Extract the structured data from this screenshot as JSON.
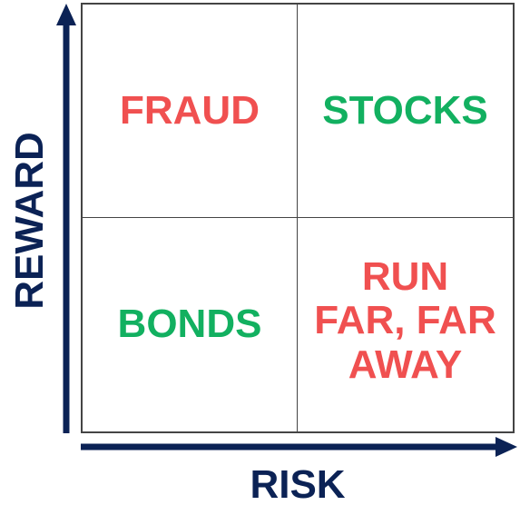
{
  "axes": {
    "x_label": "RISK",
    "y_label": "REWARD",
    "color": "#0b2255"
  },
  "quadrants": {
    "top_left": {
      "label": "FRAUD",
      "color": "#f05050"
    },
    "top_right": {
      "label": "STOCKS",
      "color": "#12b060"
    },
    "bottom_left": {
      "label": "BONDS",
      "color": "#12b060"
    },
    "bottom_right": {
      "label": "RUN\nFAR, FAR\nAWAY",
      "color": "#f05050"
    }
  }
}
